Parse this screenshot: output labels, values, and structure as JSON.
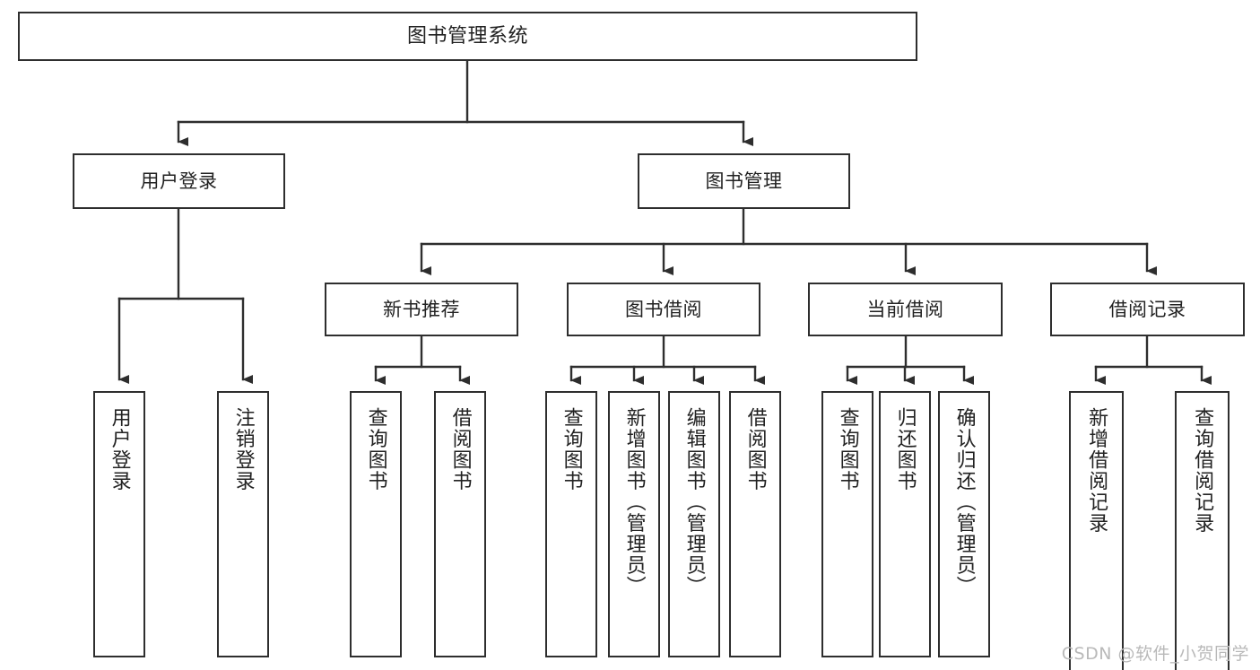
{
  "diagram": {
    "title": "图书管理系统",
    "type": "tree",
    "watermark": "CSDN @软件_小贺同学",
    "colors": {
      "box_border": "#2e2e2e",
      "box_fill": "#ffffff",
      "connector": "#2e2e2e",
      "text": "#222222",
      "watermark": "#b9b9b9",
      "background": "#ffffff"
    },
    "nodes": {
      "root": {
        "label": "图书管理系统",
        "level": 1
      },
      "l2": [
        {
          "id": "user-login",
          "label": "用户登录",
          "level": 2
        },
        {
          "id": "book-manage",
          "label": "图书管理",
          "level": 2
        }
      ],
      "l3": [
        {
          "id": "new-book-recommend",
          "label": "新书推荐",
          "level": 3,
          "parent": "book-manage"
        },
        {
          "id": "book-borrow",
          "label": "图书借阅",
          "level": 3,
          "parent": "book-manage"
        },
        {
          "id": "current-borrow",
          "label": "当前借阅",
          "level": 3,
          "parent": "book-manage"
        },
        {
          "id": "borrow-record",
          "label": "借阅记录",
          "level": 3,
          "parent": "book-manage"
        }
      ],
      "leaves": [
        {
          "id": "leaf-user-login",
          "label": "用户登录",
          "parent": "user-login"
        },
        {
          "id": "leaf-logout-login",
          "label": "注销登录",
          "parent": "user-login"
        },
        {
          "id": "leaf-query-book-1",
          "label": "查询图书",
          "parent": "new-book-recommend"
        },
        {
          "id": "leaf-borrow-book-1",
          "label": "借阅图书",
          "parent": "new-book-recommend"
        },
        {
          "id": "leaf-query-book-2",
          "label": "查询图书",
          "parent": "book-borrow"
        },
        {
          "id": "leaf-add-book",
          "label": "新增图书（管理员）",
          "parent": "book-borrow"
        },
        {
          "id": "leaf-edit-book",
          "label": "编辑图书（管理员）",
          "parent": "book-borrow"
        },
        {
          "id": "leaf-borrow-book-2",
          "label": "借阅图书",
          "parent": "book-borrow"
        },
        {
          "id": "leaf-query-book-3",
          "label": "查询图书",
          "parent": "current-borrow"
        },
        {
          "id": "leaf-return-book",
          "label": "归还图书",
          "parent": "current-borrow"
        },
        {
          "id": "leaf-confirm-return",
          "label": "确认归还（管理员）",
          "parent": "current-borrow"
        },
        {
          "id": "leaf-add-record",
          "label": "新增借阅记录",
          "parent": "borrow-record"
        },
        {
          "id": "leaf-query-record",
          "label": "查询借阅记录",
          "parent": "borrow-record"
        }
      ]
    }
  }
}
